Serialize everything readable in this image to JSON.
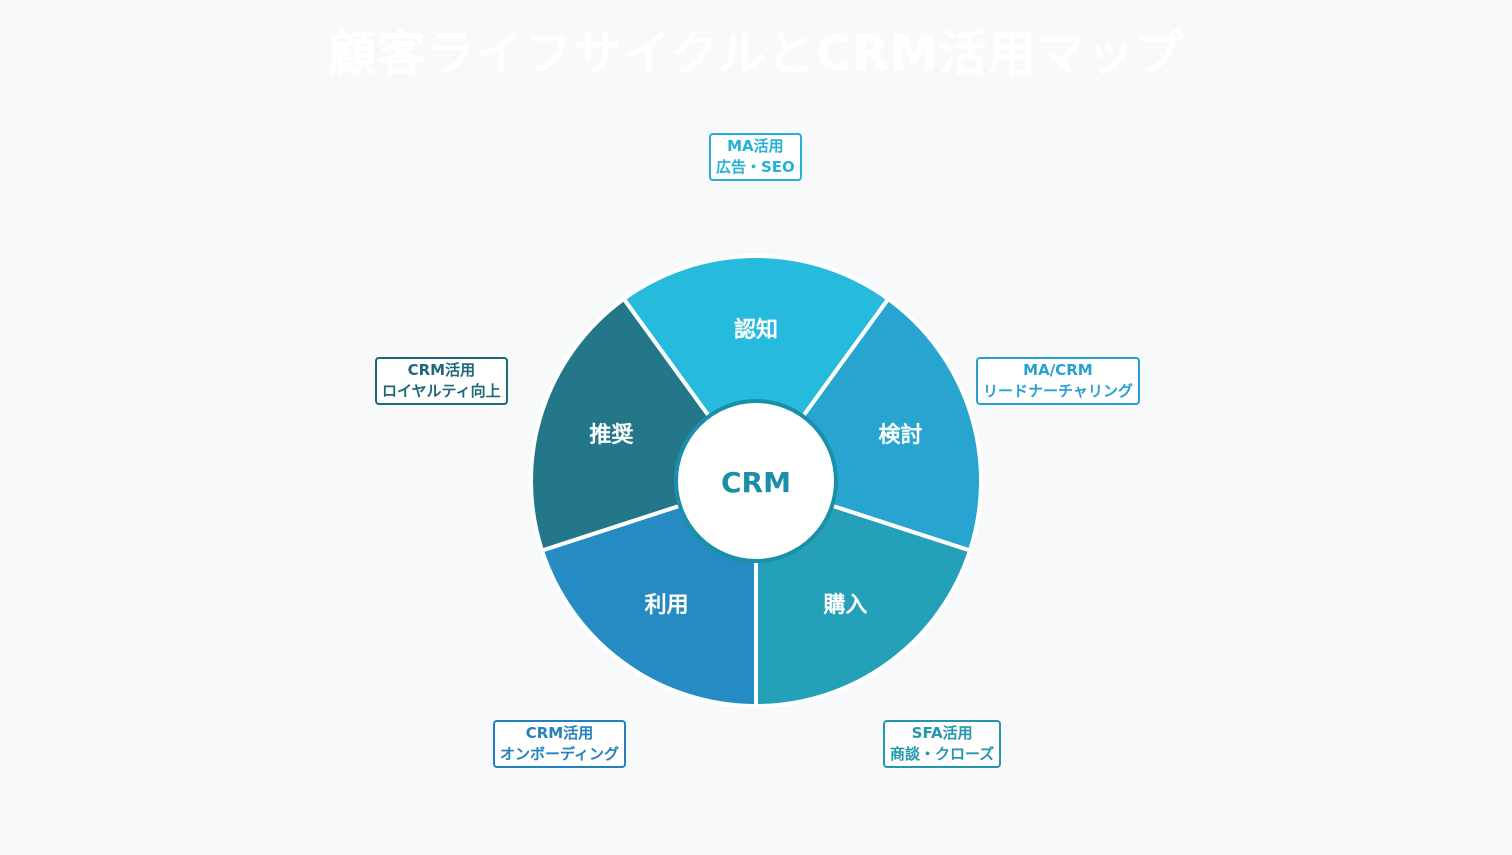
{
  "title": "顧客ライフサイクルとCRM活用マップ",
  "center": {
    "label": "CRM",
    "color": "#1a8fa8"
  },
  "segments": [
    {
      "label": "認知",
      "color": "#26bbdc"
    },
    {
      "label": "検討",
      "color": "#27a4d0"
    },
    {
      "label": "購入",
      "color": "#25a0b9"
    },
    {
      "label": "利用",
      "color": "#268bc2"
    },
    {
      "label": "推奨",
      "color": "#247789"
    }
  ],
  "callouts": [
    {
      "line1": "MA活用",
      "line2": "広告・SEO",
      "color": "#26b0d6"
    },
    {
      "line1": "MA/CRM",
      "line2": "リードナーチャリング",
      "color": "#27a0cf"
    },
    {
      "line1": "SFA活用",
      "line2": "商談・クローズ",
      "color": "#2597ad"
    },
    {
      "line1": "CRM活用",
      "line2": "オンボーディング",
      "color": "#2282bb"
    },
    {
      "line1": "CRM活用",
      "line2": "ロイヤルティ向上",
      "color": "#1e6878"
    }
  ]
}
